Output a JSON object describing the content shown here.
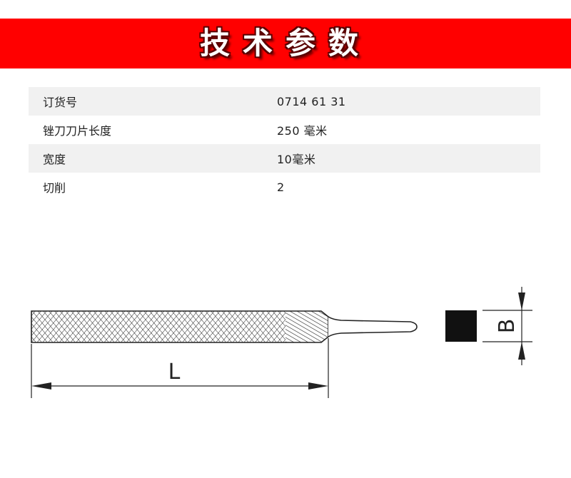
{
  "banner": {
    "title": "技术参数",
    "background_color": "#ff0000"
  },
  "specs": [
    {
      "label": "订货号",
      "value": "0714 61 31"
    },
    {
      "label": "锉刀刀片长度",
      "value": "250 毫米"
    },
    {
      "label": "宽度",
      "value": "10毫米"
    },
    {
      "label": "切削",
      "value": "2"
    }
  ],
  "diagram": {
    "length_label": "L",
    "width_label": "B"
  }
}
